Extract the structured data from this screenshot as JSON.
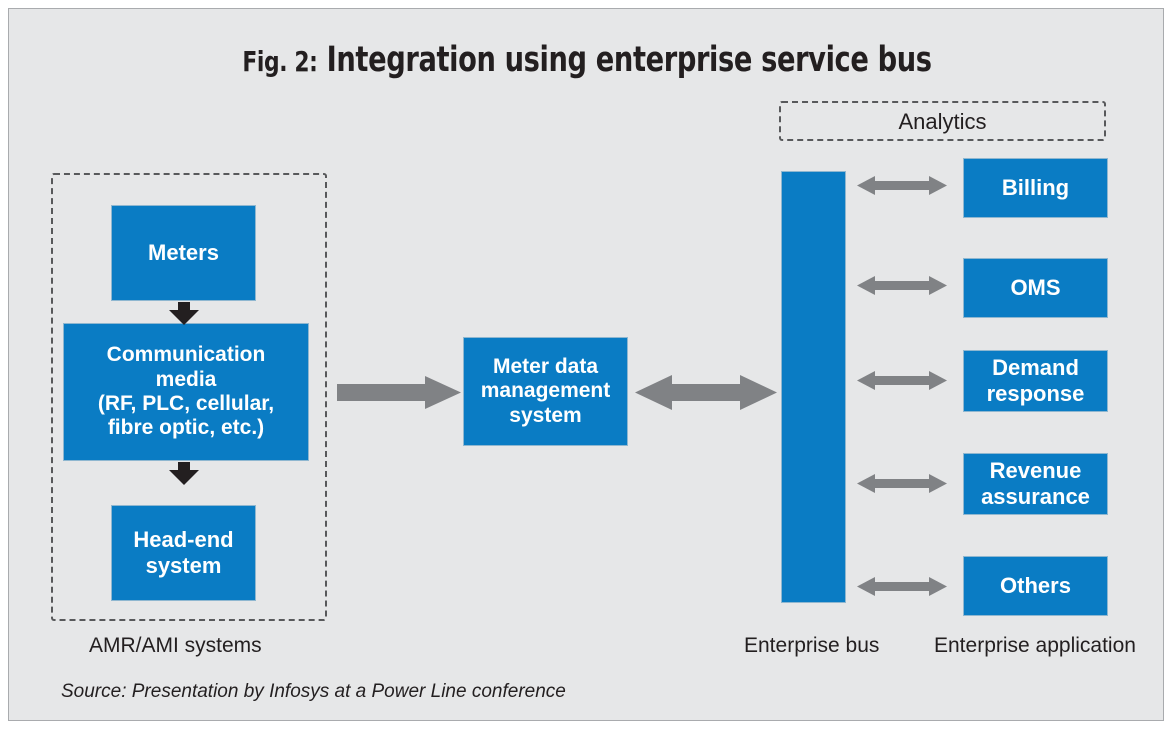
{
  "figure": {
    "title_prefix": "Fig. 2:",
    "title_main": "Integration using enterprise service bus",
    "source_note": "Source: Presentation by Infosys at a Power Line conference",
    "background_color": "#e6e7e8",
    "accent_blue": "#0a7cc4",
    "arrow_gray": "#808285",
    "dash_gray": "#58595b",
    "text_dark": "#231f20"
  },
  "groups": {
    "amr_ami": {
      "caption": "AMR/AMI systems",
      "boxes": [
        {
          "label": "Meters",
          "lines": [
            "Meters"
          ]
        },
        {
          "label": "Communication media",
          "lines": [
            "Communication",
            "media",
            "(RF, PLC, cellular,",
            "fibre optic, etc.)"
          ]
        },
        {
          "label": "Head-end system",
          "lines": [
            "Head-end",
            "system"
          ]
        }
      ]
    },
    "center": {
      "box": {
        "label": "Meter data management system",
        "lines": [
          "Meter data",
          "management",
          "system"
        ]
      }
    },
    "analytics": {
      "label": "Analytics"
    },
    "enterprise_bus": {
      "caption": "Enterprise bus"
    },
    "enterprise_application": {
      "caption": "Enterprise application",
      "boxes": [
        {
          "label": "Billing",
          "lines": [
            "Billing"
          ]
        },
        {
          "label": "OMS",
          "lines": [
            "OMS"
          ]
        },
        {
          "label": "Demand response",
          "lines": [
            "Demand",
            "response"
          ]
        },
        {
          "label": "Revenue assurance",
          "lines": [
            "Revenue",
            "assurance"
          ]
        },
        {
          "label": "Others",
          "lines": [
            "Others"
          ]
        }
      ]
    }
  },
  "flow": {
    "arrows": [
      {
        "name": "meters-to-communication",
        "direction": "down"
      },
      {
        "name": "communication-to-headend",
        "direction": "down"
      },
      {
        "name": "amr-to-mdms",
        "direction": "right"
      },
      {
        "name": "mdms-to-bus",
        "direction": "bidirectional"
      },
      {
        "name": "bus-to-billing",
        "direction": "bidirectional"
      },
      {
        "name": "bus-to-oms",
        "direction": "bidirectional"
      },
      {
        "name": "bus-to-demand-response",
        "direction": "bidirectional"
      },
      {
        "name": "bus-to-revenue-assurance",
        "direction": "bidirectional"
      },
      {
        "name": "bus-to-others",
        "direction": "bidirectional"
      }
    ]
  }
}
